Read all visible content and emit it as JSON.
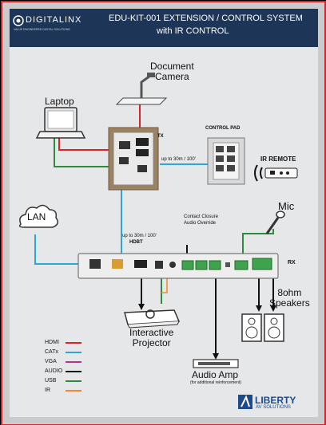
{
  "header": {
    "logo_text": "DIGITALINX",
    "logo_tagline": "VALUE ENGINEERED DIGITAL SOLUTIONS",
    "title_line1": "EDU-KIT-001 EXTENSION / CONTROL SYSTEM",
    "title_line2": "with IR CONTROL"
  },
  "labels": {
    "document_camera": "Document\nCamera",
    "laptop": "Laptop",
    "control_pad": "CONTROL PAD",
    "tx": "TX",
    "range_tx": "up to 30m / 100'",
    "ir_remote": "IR REMOTE",
    "lan": "LAN",
    "mic": "Mic",
    "contact_closure": "Contact Closure\nAudio Override",
    "range_rx": "up to 30m / 100'",
    "hdbt": "HDBT",
    "rx": "RX",
    "speakers": "8ohm\nSpeakers",
    "projector": "Interactive\nProjector",
    "audio_amp": "Audio Amp",
    "audio_amp_note": "(for additional reinforcement)"
  },
  "legend": [
    {
      "label": "HDMI",
      "color": "#d8232a"
    },
    {
      "label": "CATx",
      "color": "#29a8d8"
    },
    {
      "label": "VGA",
      "color": "#b5358f"
    },
    {
      "label": "AUDIO",
      "color": "#111111"
    },
    {
      "label": "USB",
      "color": "#2e8b3e"
    },
    {
      "label": "IR",
      "color": "#f08a2a"
    }
  ],
  "brand": {
    "name": "LIBERTY",
    "sub": "AV SOLUTIONS"
  }
}
